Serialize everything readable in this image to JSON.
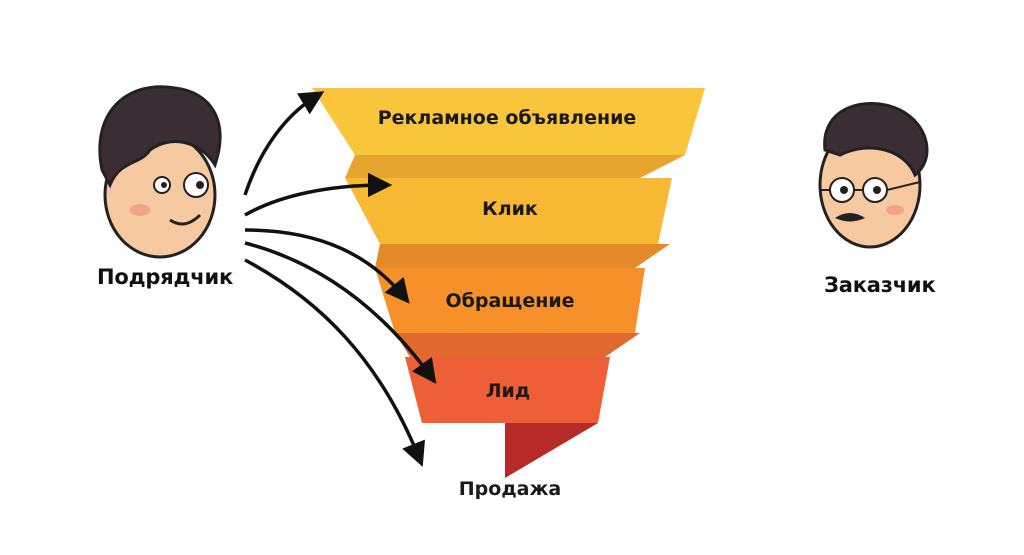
{
  "diagram": {
    "left_person_label": "Подрядчик",
    "right_person_label": "Заказчик",
    "funnel_stages": [
      {
        "label": "Рекламное объявление",
        "color": "#F9C53A"
      },
      {
        "label": "Клик",
        "color": "#F7B833"
      },
      {
        "label": "Обращение",
        "color": "#F59128"
      },
      {
        "label": "Лид",
        "color": "#EE5F37"
      }
    ],
    "funnel_tail_label": "Продажа",
    "connector_colors": {
      "fold": "#E89B2C",
      "tail": "#B62A28"
    }
  }
}
